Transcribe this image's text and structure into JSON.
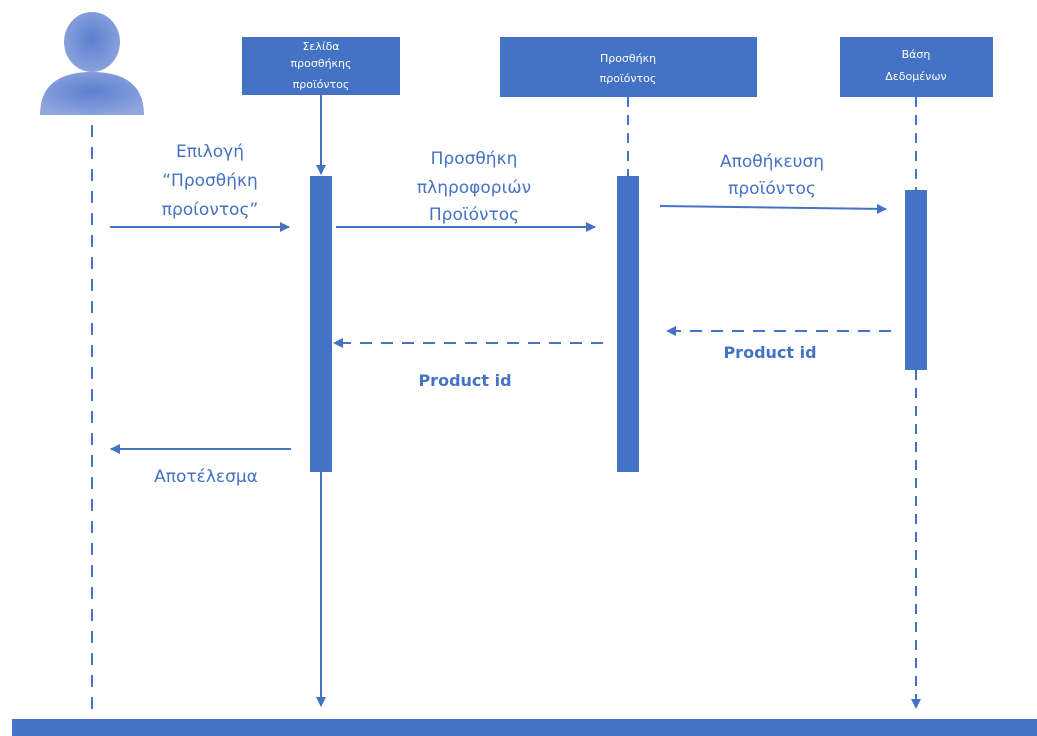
{
  "colors": {
    "primary": "#4472c4",
    "actor": "#6f8fd0",
    "background": "#ffffff"
  },
  "actor": {
    "icon": "user-icon"
  },
  "lifelines": [
    {
      "id": "page",
      "lines": [
        "Σελίδα",
        "προσθήκης",
        "προϊόντος"
      ]
    },
    {
      "id": "add",
      "lines": [
        "Προσθήκη",
        "προϊόντος"
      ]
    },
    {
      "id": "db",
      "lines": [
        "Βάση",
        "Δεδομένων"
      ]
    }
  ],
  "messages": [
    {
      "id": "select",
      "type": "sync",
      "lines": [
        "Επιλογή",
        "“Προσθήκη",
        "προίοντος”"
      ]
    },
    {
      "id": "add-info",
      "type": "sync",
      "lines": [
        "Προσθήκη",
        "πληροφοριών",
        "Προϊόντος"
      ]
    },
    {
      "id": "save",
      "type": "sync",
      "lines": [
        "Αποθήκευση",
        "προϊόντος"
      ]
    },
    {
      "id": "return-db",
      "type": "return",
      "lines": [
        "Product  id"
      ]
    },
    {
      "id": "return-add",
      "type": "return",
      "lines": [
        "Product  id"
      ]
    },
    {
      "id": "result",
      "type": "sync",
      "lines": [
        "Αποτέλεσμα"
      ]
    }
  ]
}
